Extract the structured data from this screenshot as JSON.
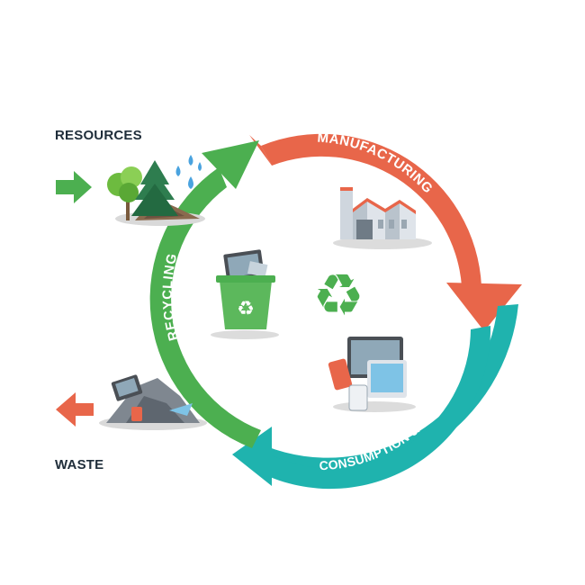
{
  "labels": {
    "resources": "RESOURCES",
    "waste": "WASTE"
  },
  "stages": {
    "manufacturing": "MANUFACTURING",
    "consumption": "CONSUMPTION & USE",
    "recycling": "RECYCLING"
  },
  "colors": {
    "manufacturing": "#e8664a",
    "consumption": "#1fb3ae",
    "recycling": "#4caf50",
    "resources_arrow": "#4caf50",
    "waste_arrow": "#e8664a",
    "label_text": "#1f2d3a",
    "recycle_symbol": "#4caf50"
  },
  "icons": {
    "resources": "nature-resources-icon",
    "manufacturing": "factory-icon",
    "consumption": "devices-icon",
    "recycling": "recycle-bin-icon",
    "waste": "waste-pile-icon",
    "center": "recycle-symbol-icon"
  }
}
